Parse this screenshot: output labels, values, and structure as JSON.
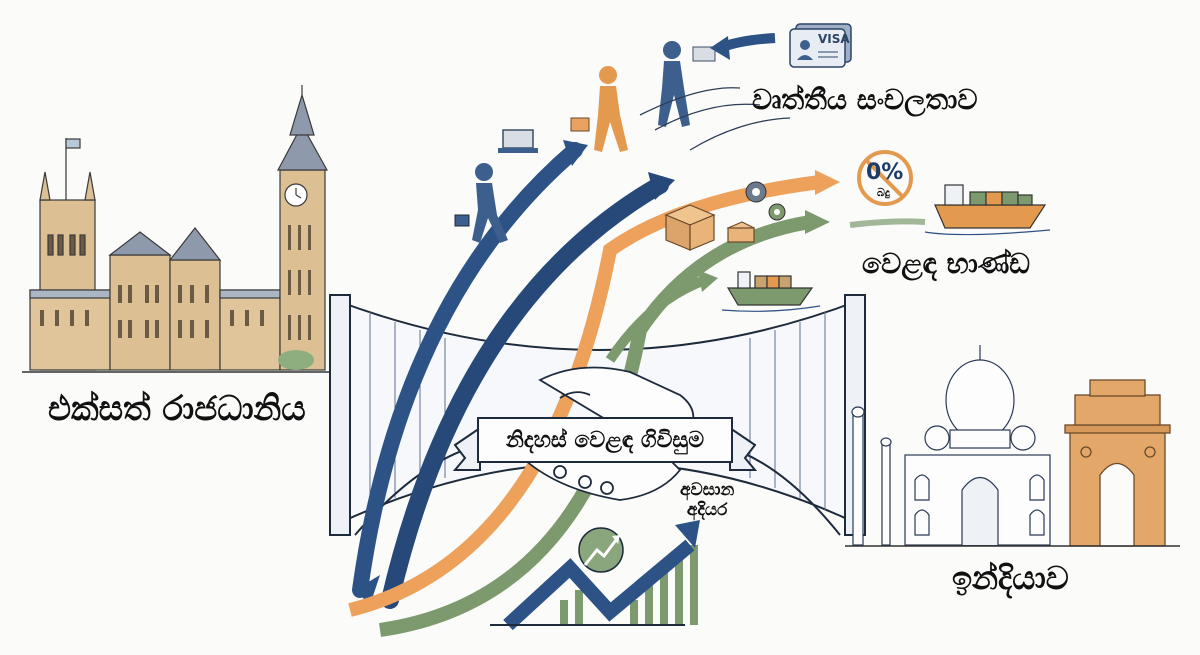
{
  "diagram": {
    "title": "නිදහස් වෙළඳ ගිවිසුම",
    "countries": {
      "left": {
        "label": "එක්සත් රාජධානිය",
        "landmarks": [
          "Palace of Westminster",
          "Big Ben"
        ]
      },
      "right": {
        "label": "ඉන්දියාව",
        "landmarks": [
          "Taj Mahal",
          "India Gate"
        ]
      }
    },
    "themes": {
      "mobility": {
        "label": "වෘත්තීය සංචලතාව",
        "icon": "visa-card-icon",
        "card_text": "VISA"
      },
      "goods": {
        "label": "වෙළඳ භාණ්ඩ",
        "badge_value": "0%",
        "badge_caption": "බදු",
        "icon": "zero-tariff-icon"
      },
      "tariff": {
        "label_line1": "අවසාන",
        "label_line2": "අදියර",
        "icon": "growth-chart-icon"
      }
    },
    "center": {
      "banner_label": "නිදහස් වෙළඳ ගිවිසුම",
      "icon": "handshake-icon",
      "structure": "bridge"
    },
    "colors": {
      "navy": "#2d5286",
      "orange": "#eda15a",
      "green": "#7c9a6e",
      "sandstone": "#d9b98a",
      "india_gate": "#e3a869",
      "ink": "#1e2b3c",
      "background": "#fbfbfa"
    }
  }
}
